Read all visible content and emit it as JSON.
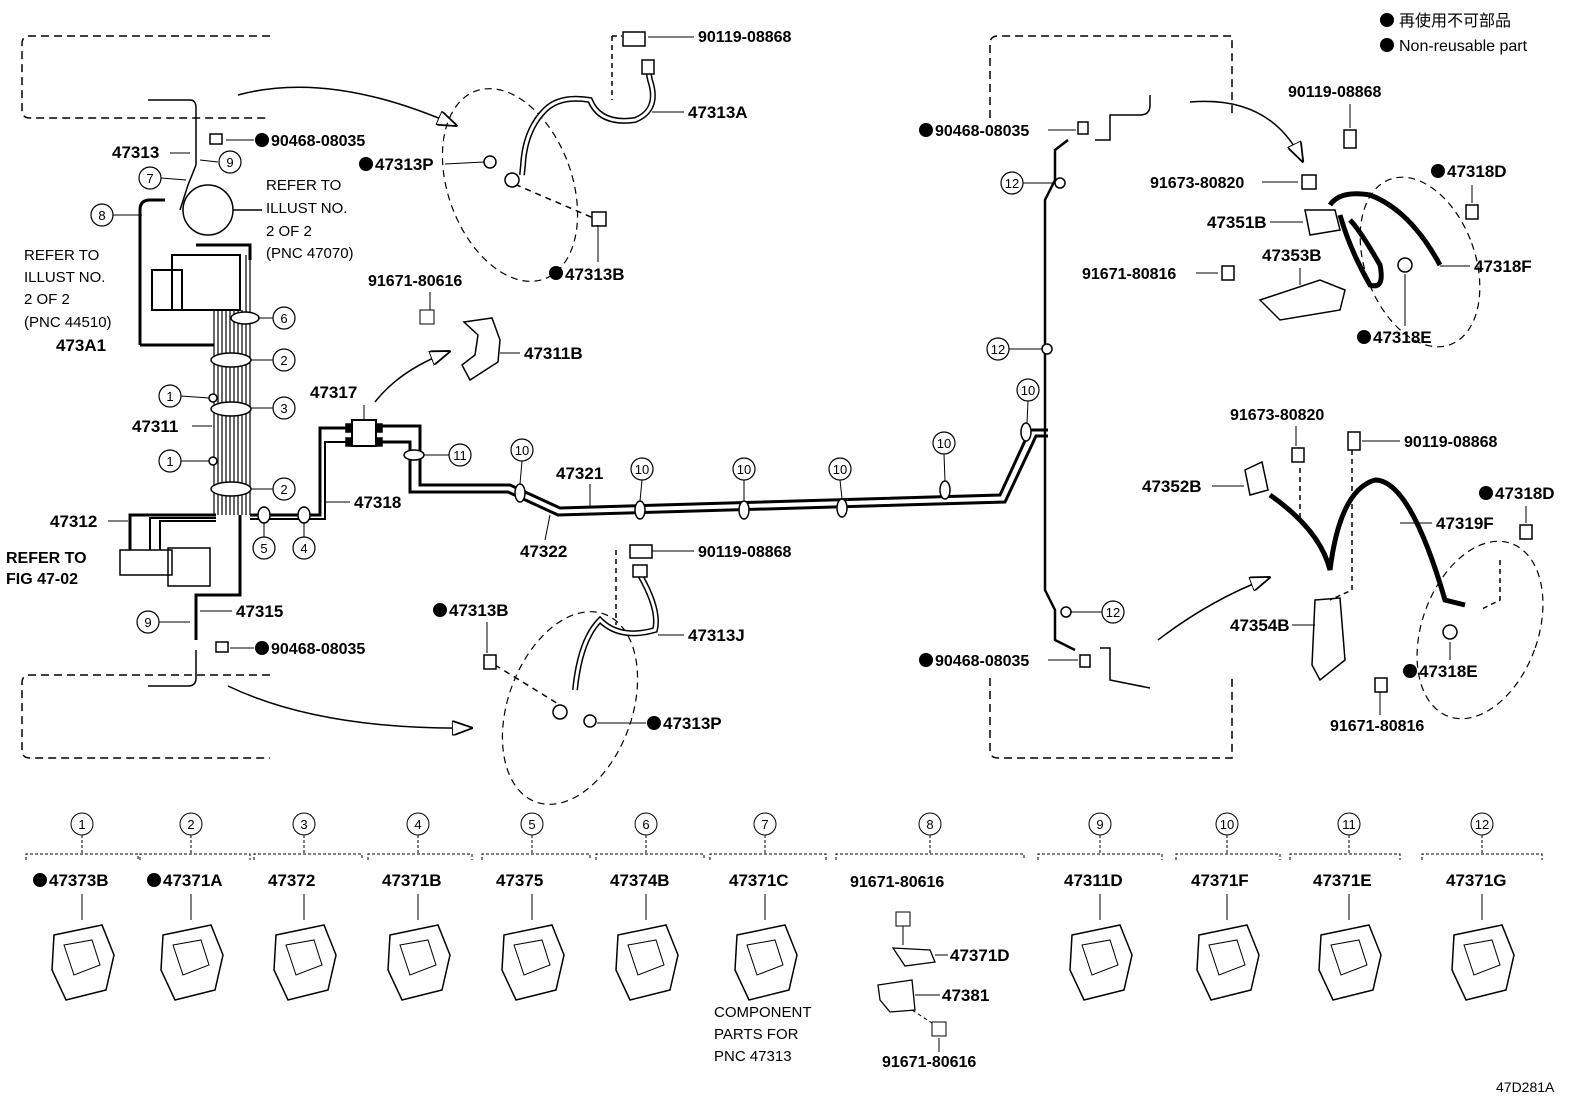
{
  "legend": {
    "jp": "再使用不可部品",
    "en": "Non-reusable part"
  },
  "diagram_code": "47D281A",
  "notes": {
    "refer_2of2_top": [
      "REFER TO",
      "ILLUST NO.",
      "2 OF 2",
      "(PNC 47070)"
    ],
    "refer_2of2_left": [
      "REFER TO",
      "ILLUST NO.",
      "2 OF 2",
      "(PNC 44510)"
    ],
    "refer_fig": [
      "REFER TO",
      "FIG 47-02"
    ],
    "component": [
      "COMPONENT",
      "PARTS FOR",
      "PNC 47313"
    ]
  },
  "parts": {
    "p47313": "47313",
    "p90468_a": "90468-08035",
    "p47313P_a": "47313P",
    "p90119_a": "90119-08868",
    "p47313A": "47313A",
    "p47313B_a": "47313B",
    "p91671_a": "91671-80616",
    "p47311B": "47311B",
    "p47317": "47317",
    "p47A1": "473A1",
    "p47311": "47311",
    "p47312": "47312",
    "p47318": "47318",
    "p47321": "47321",
    "p47322": "47322",
    "p47315": "47315",
    "p90468_b": "90468-08035",
    "p47313B_b": "47313B",
    "p90119_b": "90119-08868",
    "p47313J": "47313J",
    "p47313P_b": "47313P",
    "p90468_c": "90468-08035",
    "p90468_d": "90468-08035",
    "p90119_c": "90119-08868",
    "p91673_a": "91673-80820",
    "p47351B": "47351B",
    "p47353B": "47353B",
    "p91671_b": "91671-80816",
    "p47318D_a": "47318D",
    "p47318F": "47318F",
    "p47318E_a": "47318E",
    "p91673_b": "91673-80820",
    "p90119_d": "90119-08868",
    "p47352B": "47352B",
    "p47318D_b": "47318D",
    "p47319F": "47319F",
    "p47354B": "47354B",
    "p47318E_b": "47318E",
    "p91671_c": "91671-80816"
  },
  "clip_table": [
    {
      "num": "1",
      "part": "47373B",
      "nonreusable": true
    },
    {
      "num": "2",
      "part": "47371A",
      "nonreusable": true
    },
    {
      "num": "3",
      "part": "47372",
      "nonreusable": false
    },
    {
      "num": "4",
      "part": "47371B",
      "nonreusable": false
    },
    {
      "num": "5",
      "part": "47375",
      "nonreusable": false
    },
    {
      "num": "6",
      "part": "47374B",
      "nonreusable": false
    },
    {
      "num": "7",
      "part": "47371C",
      "nonreusable": false
    },
    {
      "num": "8",
      "part": "91671-80616",
      "nonreusable": false
    },
    {
      "num": "9",
      "part": "47311D",
      "nonreusable": false
    },
    {
      "num": "10",
      "part": "47371F",
      "nonreusable": false
    },
    {
      "num": "11",
      "part": "47371E",
      "nonreusable": false
    },
    {
      "num": "12",
      "part": "47371G",
      "nonreusable": false
    }
  ],
  "clip8_subparts": {
    "a": "47371D",
    "b": "47381",
    "c": "91671-80616"
  },
  "callouts": {
    "c1": "1",
    "c2": "2",
    "c3": "3",
    "c4": "4",
    "c5": "5",
    "c6": "6",
    "c7": "7",
    "c8": "8",
    "c9": "9",
    "c10": "10",
    "c11": "11",
    "c12": "12"
  }
}
